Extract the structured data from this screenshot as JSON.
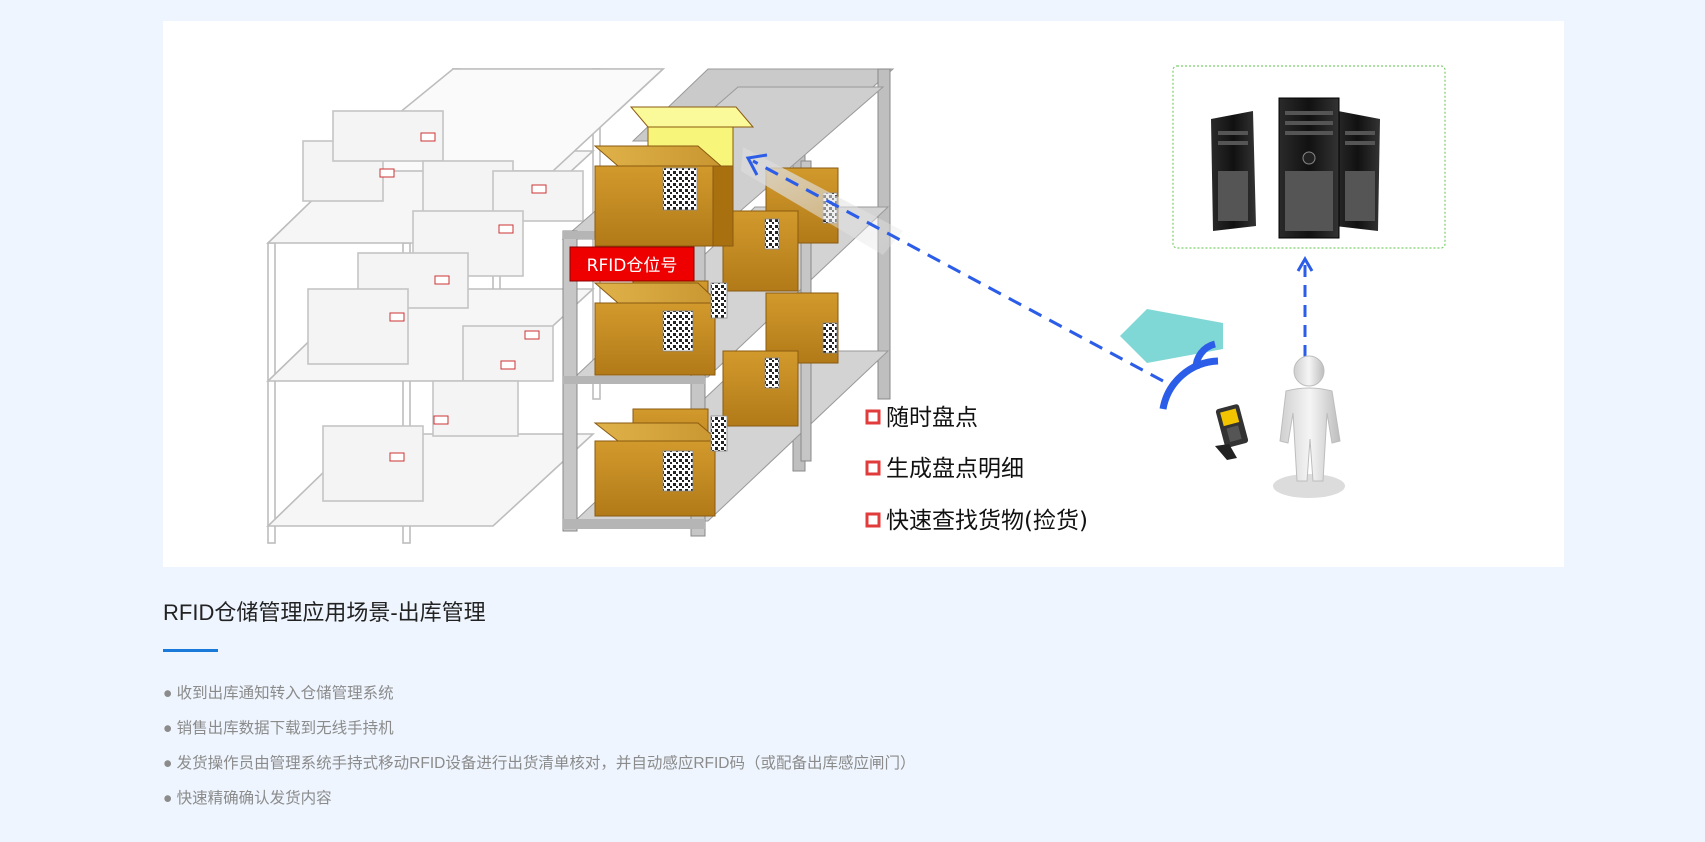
{
  "diagram": {
    "rack_tag_label": "RFID仓位号",
    "features": [
      "随时盘点",
      "生成盘点明细",
      "快速查找货物(捡货)"
    ],
    "colors": {
      "tag_red": "#ee0000",
      "signal_blue": "#2b5de8",
      "arrow_cyan": "#7fd7d6",
      "box_brown": "#c48a22",
      "box_yellow": "#f7f57a",
      "server_frame": "#7ccf6c"
    }
  },
  "section": {
    "title": "RFID仓储管理应用场景-出库管理",
    "bullets": [
      "● 收到出库通知转入仓储管理系统",
      "● 销售出库数据下载到无线手持机",
      "● 发货操作员由管理系统手持式移动RFID设备进行出货清单核对，并自动感应RFID码（或配备出库感应闸门）",
      "● 快速精确确认发货内容"
    ]
  }
}
